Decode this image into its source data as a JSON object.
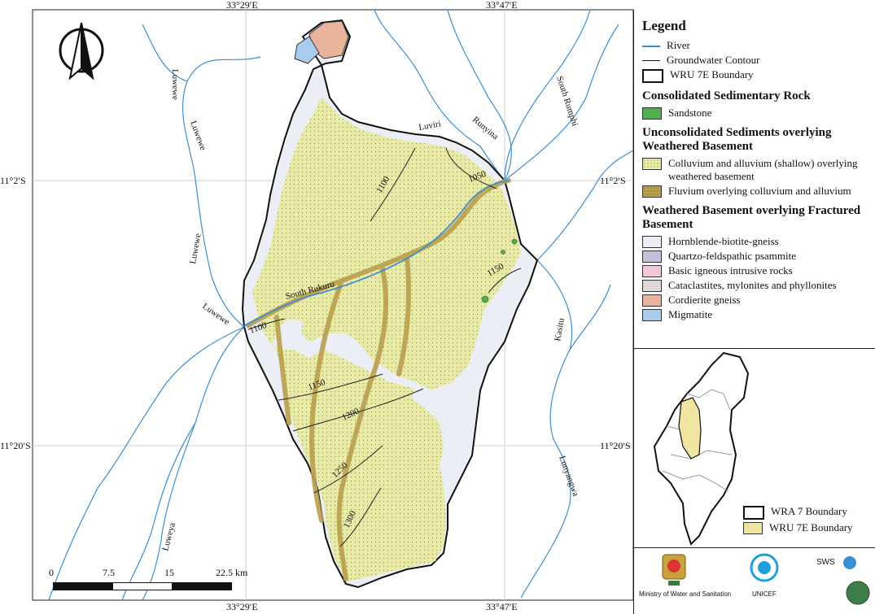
{
  "coords": {
    "top_left": "33°29′E",
    "top_right": "33°47′E",
    "bottom_left": "33°29′E",
    "bottom_right": "33°47′E",
    "left_upper": "11°2′S",
    "left_lower": "11°20′S",
    "right_upper": "11°2′S",
    "right_lower": "11°20′S"
  },
  "legend": {
    "title": "Legend",
    "river": "River",
    "contour": "Groundwater Contour",
    "boundary": "WRU 7E Boundary",
    "sec1": "Consolidated Sedimentary Rock",
    "sandstone": "Sandstone",
    "sec2": "Unconsolidated Sediments overlying Weathered Basement",
    "colluvium": "Colluvium and alluvium (shallow) overlying weathered basement",
    "fluvium": "Fluvium overlying colluvium and alluvium",
    "sec3": "Weathered Basement overlying Fractured Basement",
    "hornblende": "Hornblende-biotite-gneiss",
    "quartzo": "Quartzo-feldspathic psammite",
    "basic": "Basic igneous intrusive rocks",
    "cataclastites": "Cataclastites, mylonites and phyllonites",
    "cordierite": "Cordierite gneiss",
    "migmatite": "Migmatite"
  },
  "inset": {
    "wra": "WRA 7 Boundary",
    "wru": "WRU 7E Boundary"
  },
  "rivers": {
    "luwewe1": "Luwewe",
    "luwewe2": "Luwewe",
    "luwewe3": "Luwewe",
    "luwewe4": "Luwewe",
    "luweya": "Luweya",
    "luviri": "Luviri",
    "runyina": "Runyina",
    "south_rumphi": "South Rumphi",
    "kasitu": "Kasitu",
    "lunyangwa": "Lunyangwa",
    "south_rukuru": "South Rukuru"
  },
  "contours": [
    "1100",
    "1050",
    "1150",
    "1100",
    "1150",
    "1200",
    "1250",
    "1300"
  ],
  "scale": {
    "ticks": [
      "0",
      "7.5",
      "15",
      "22.5 km"
    ]
  },
  "logos": {
    "ministry": "Ministry of Water and Sanitation",
    "unicef": "UNICEF",
    "sws": "SWS"
  },
  "colors": {
    "river": "#3b8fd0",
    "colluvium": "#e8eaa6",
    "fluvium": "#b9a04e",
    "hornblende": "#eceef5",
    "quartzo": "#c4c0dc",
    "basic": "#f2c6d6",
    "cataclastites": "#ddd8d4",
    "cordierite": "#eab39c",
    "migmatite": "#a9cbec",
    "sandstone": "#4fb24e"
  }
}
